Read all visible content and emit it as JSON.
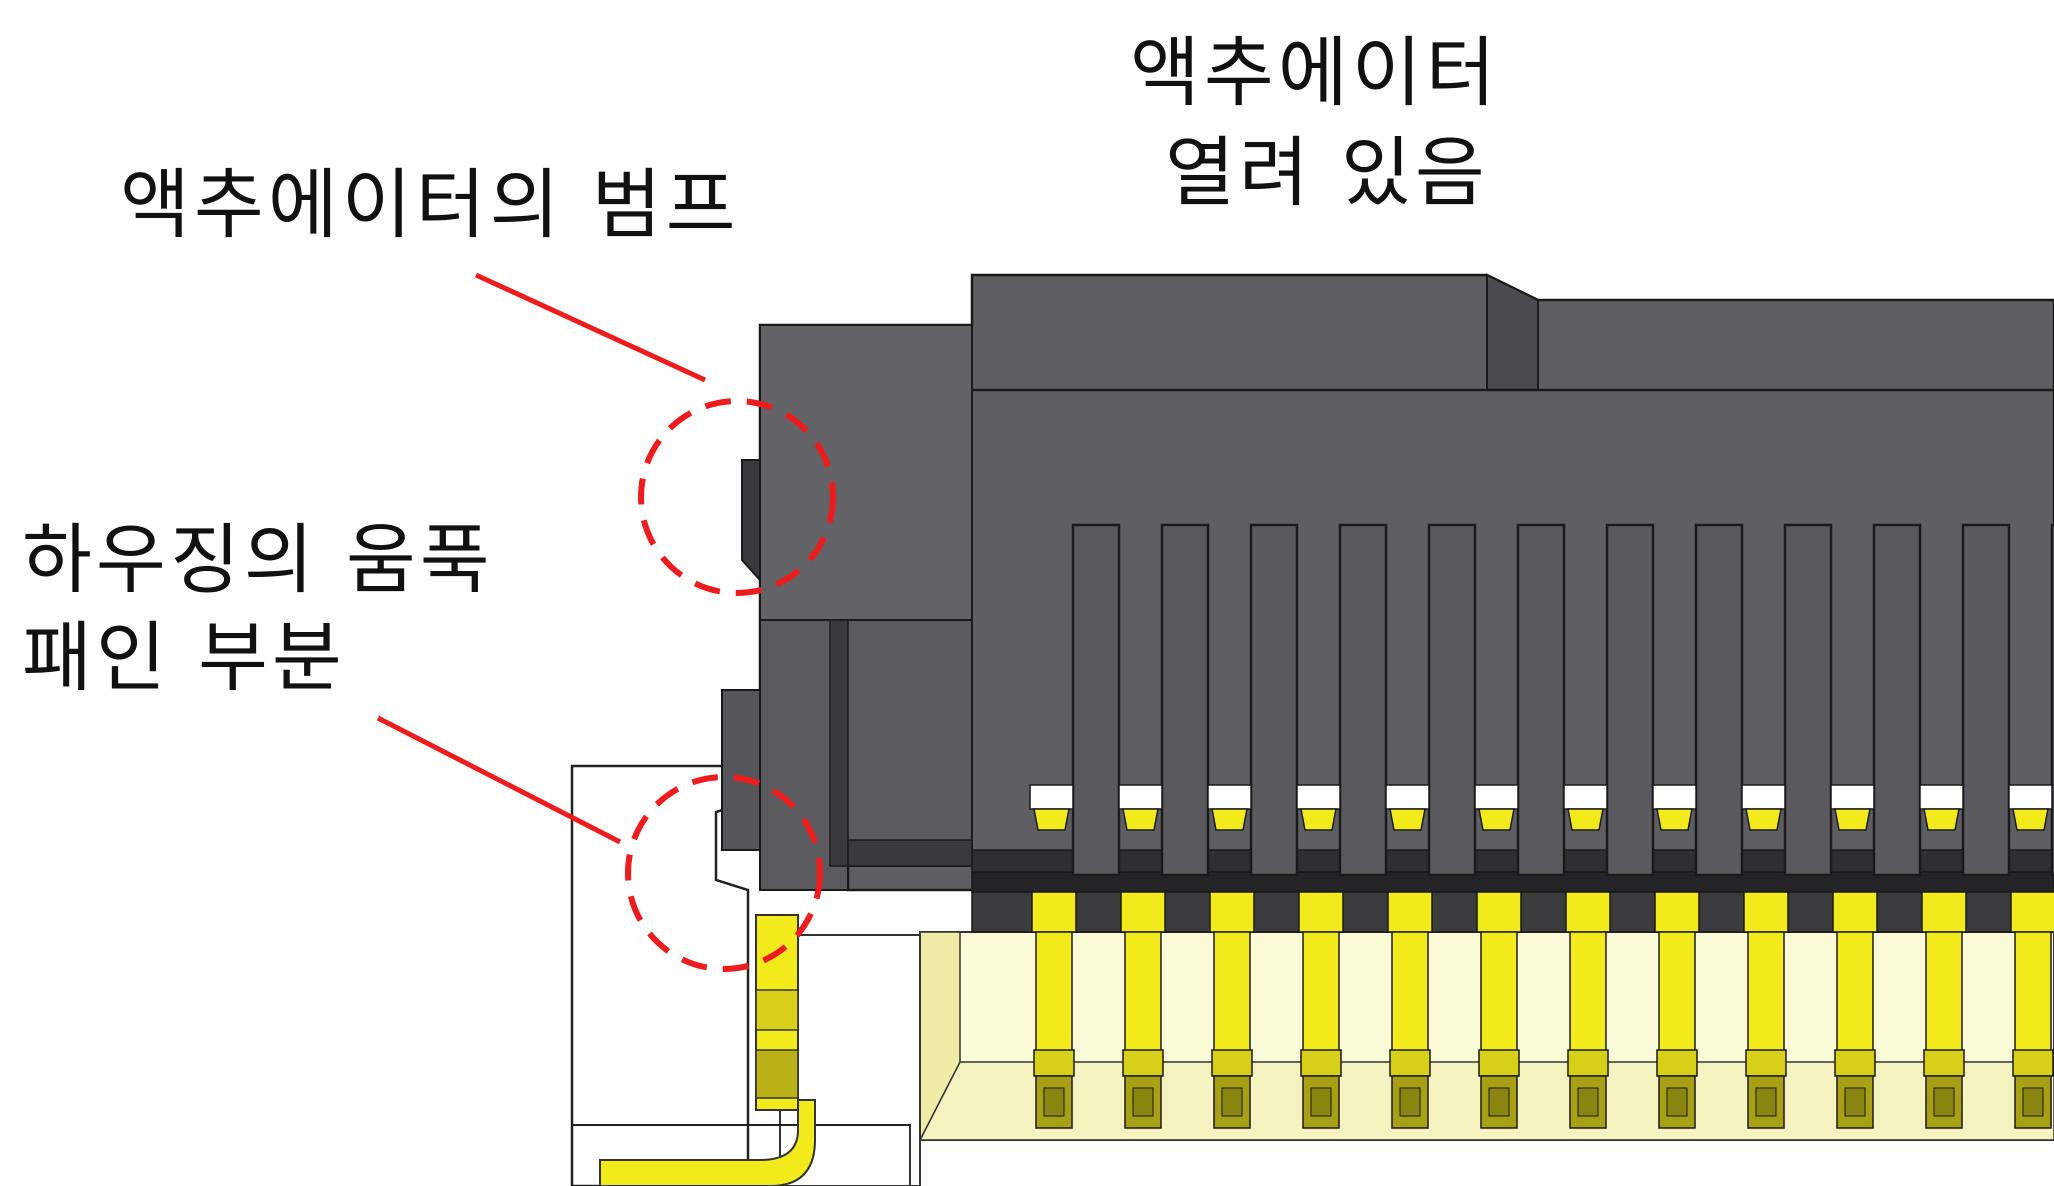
{
  "labels": {
    "actuator_state_line1": "액추에이터",
    "actuator_state_line2": "열려 있음",
    "actuator_bump": "액추에이터의 범프",
    "housing_recess_line1": "하우징의 움푹",
    "housing_recess_line2": "패인 부분"
  },
  "colors": {
    "housing_dark": "#5f5e62",
    "housing_darker": "#3a393c",
    "housing_black": "#2a2a2c",
    "contact_yellow": "#f2ea1a",
    "contact_olive": "#a79f14",
    "base_pale": "#fbfbd8",
    "callout_red": "#ee1c1c",
    "outline": "#1a1a1a"
  },
  "icons": {
    "bump_marker": "dashed-circle",
    "recess_marker": "dashed-circle"
  }
}
